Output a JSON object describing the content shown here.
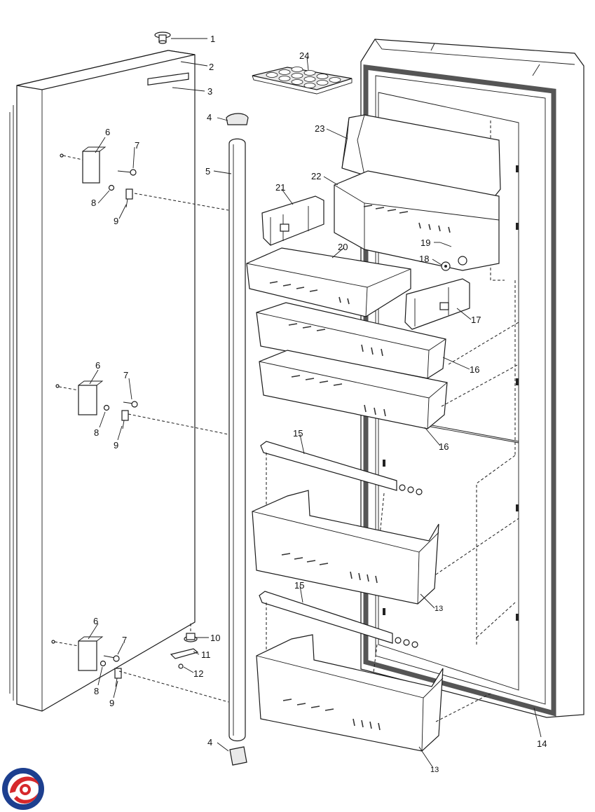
{
  "callouts": [
    {
      "id": "c1",
      "text": "1"
    },
    {
      "id": "c2",
      "text": "2"
    },
    {
      "id": "c3",
      "text": "3"
    },
    {
      "id": "c4a",
      "text": "4"
    },
    {
      "id": "c4b",
      "text": "4"
    },
    {
      "id": "c5",
      "text": "5"
    },
    {
      "id": "c6a",
      "text": "6"
    },
    {
      "id": "c6b",
      "text": "6"
    },
    {
      "id": "c6c",
      "text": "6"
    },
    {
      "id": "c7a",
      "text": "7"
    },
    {
      "id": "c7b",
      "text": "7"
    },
    {
      "id": "c7c",
      "text": "7"
    },
    {
      "id": "c8a",
      "text": "8"
    },
    {
      "id": "c8b",
      "text": "8"
    },
    {
      "id": "c8c",
      "text": "8"
    },
    {
      "id": "c9a",
      "text": "9"
    },
    {
      "id": "c9b",
      "text": "9"
    },
    {
      "id": "c9c",
      "text": "9"
    },
    {
      "id": "c10",
      "text": "10"
    },
    {
      "id": "c11",
      "text": "11"
    },
    {
      "id": "c12",
      "text": "12"
    },
    {
      "id": "c13a",
      "text": "13"
    },
    {
      "id": "c13b",
      "text": "13"
    },
    {
      "id": "c14",
      "text": "14"
    },
    {
      "id": "c15a",
      "text": "15"
    },
    {
      "id": "c15b",
      "text": "15"
    },
    {
      "id": "c16a",
      "text": "16"
    },
    {
      "id": "c16b",
      "text": "16"
    },
    {
      "id": "c17",
      "text": "17"
    },
    {
      "id": "c18",
      "text": "18"
    },
    {
      "id": "c19",
      "text": "19"
    },
    {
      "id": "c20",
      "text": "20"
    },
    {
      "id": "c21",
      "text": "21"
    },
    {
      "id": "c22",
      "text": "22"
    },
    {
      "id": "c23",
      "text": "23"
    },
    {
      "id": "c24",
      "text": "24"
    }
  ],
  "logo": {
    "icon": "brand-swirl-logo",
    "colors": [
      "#1d3f8f",
      "#d6282b"
    ]
  }
}
